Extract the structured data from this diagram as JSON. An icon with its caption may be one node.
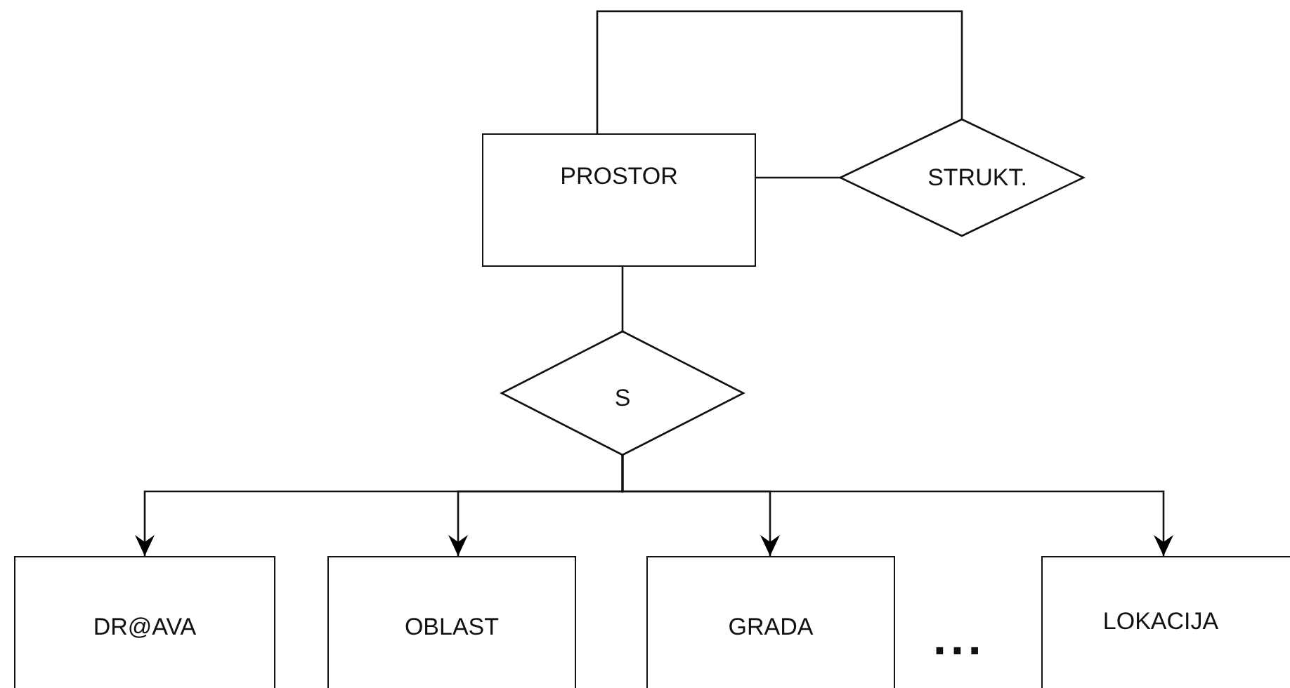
{
  "diagram": {
    "nodes": [
      {
        "text": [
          "PROSTOR"
        ]
      },
      {
        "text": [
          "STRUKT."
        ]
      },
      {
        "text": [
          "S"
        ]
      },
      {
        "text": [
          "DR@AVA"
        ]
      },
      {
        "text": [
          "OBLAST"
        ]
      },
      {
        "text": [
          "GRADA"
        ]
      },
      {
        "text": [
          "LOKACIJA"
        ]
      }
    ],
    "edges": [
      {
        "from": 0,
        "to": 1,
        "arrow": "none"
      },
      {
        "from": 0,
        "to": 1,
        "arrow": "none"
      },
      {
        "from": 0,
        "to": 2,
        "arrow": "none"
      },
      {
        "from": 2,
        "to": 3,
        "arrow": "to"
      },
      {
        "from": 2,
        "to": 4,
        "arrow": "to"
      },
      {
        "from": 2,
        "to": 5,
        "arrow": "to"
      },
      {
        "from": 2,
        "to": 6,
        "arrow": "to"
      }
    ],
    "labels": [
      "..."
    ]
  }
}
